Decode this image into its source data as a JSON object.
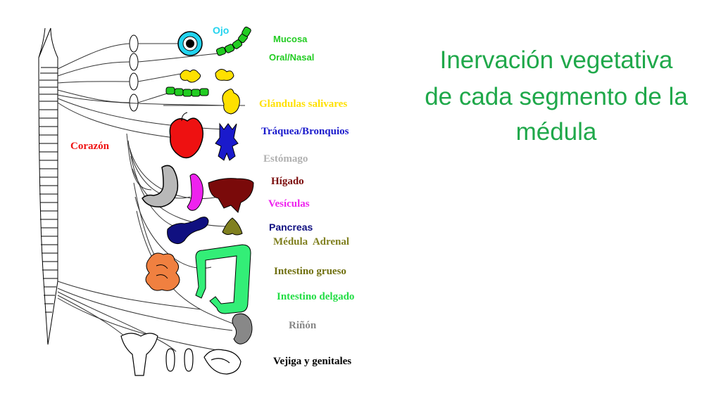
{
  "slide": {
    "title_lines": [
      "Inervación vegetativa",
      "de cada segmento de la",
      "médula"
    ],
    "title_color": "#1fa84a"
  },
  "labels": {
    "ojo": "Ojo",
    "mucosa": "Mucosa",
    "oral_nasal": "Oral/Nasal",
    "glandulas": "Glándulas salivares",
    "traquea": "Tráquea/Bronquios",
    "corazon": "Corazón",
    "estomago": "Estómago",
    "higado": "Hígado",
    "vesiculas": "Vesículas",
    "pancreas": "Pancreas",
    "medula_adrenal": "Médula  Adrenal",
    "intestino_grueso": "Intestino grueso",
    "intestino_delgado": "Intestino delgado",
    "rinon": "Riñón",
    "vejiga": "Vejiga y genitales"
  },
  "colors": {
    "ojo": "#22d3ee",
    "mucosa": "#22cc22",
    "glandulas": "#ffe000",
    "traquea": "#1a1acc",
    "corazon": "#ee1111",
    "estomago": "#b0b0b0",
    "higado": "#7a0a0a",
    "vesiculas": "#ee22ee",
    "pancreas": "#101080",
    "adrenal": "#808020",
    "intestino_grueso": "#707010",
    "intestino_delgado": "#22dd44",
    "rinon": "#888888",
    "vejiga": "#000000",
    "colon": "#33ee77",
    "small_intestine": "#f08040"
  }
}
